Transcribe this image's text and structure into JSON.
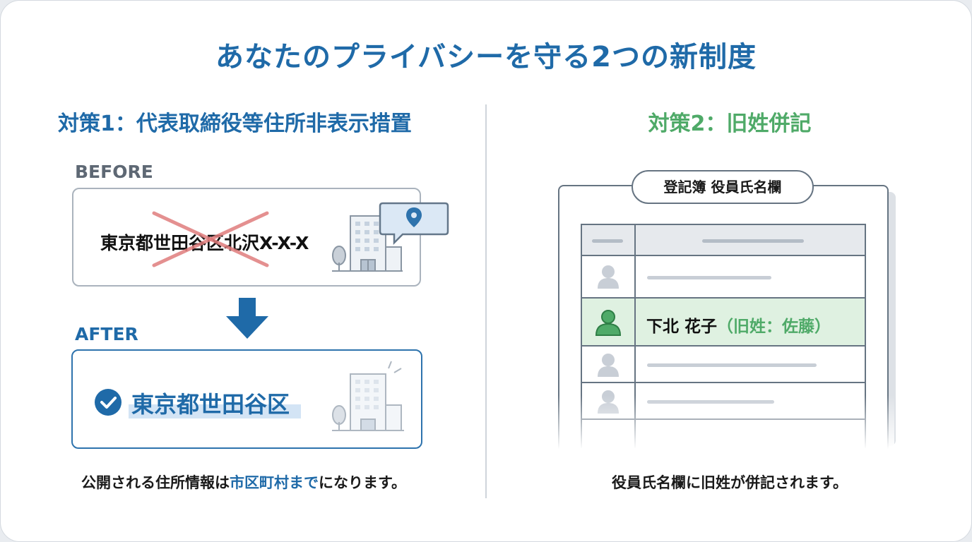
{
  "title": "あなたのプライバシーを守る2つの新制度",
  "measure1": {
    "heading": "対策1：代表取締役等住所非表示措置",
    "before_label": "BEFORE",
    "before_address": "東京都世田谷区北沢X-X-X",
    "after_label": "AFTER",
    "after_address": "東京都世田谷区",
    "caption_pre": "公開される住所情報は",
    "caption_highlight": "市区町村まで",
    "caption_post": "になります。",
    "icons": [
      "cross-mark-icon",
      "building-icon",
      "location-pin-icon",
      "down-arrow-icon",
      "check-circle-icon"
    ]
  },
  "measure2": {
    "heading": "対策2：旧姓併記",
    "register_label": "登記簿 役員氏名欄",
    "person_name": "下北 花子",
    "old_surname": "（旧姓：佐藤）",
    "caption": "役員氏名欄に旧姓が併記されます。",
    "icons": [
      "person-icon"
    ]
  },
  "colors": {
    "blue": "#1f6aa8",
    "green": "#4faa68",
    "red_cross": "#e07d7d",
    "highlight_row": "#dff1e1",
    "gray_border": "#aab3bd"
  }
}
